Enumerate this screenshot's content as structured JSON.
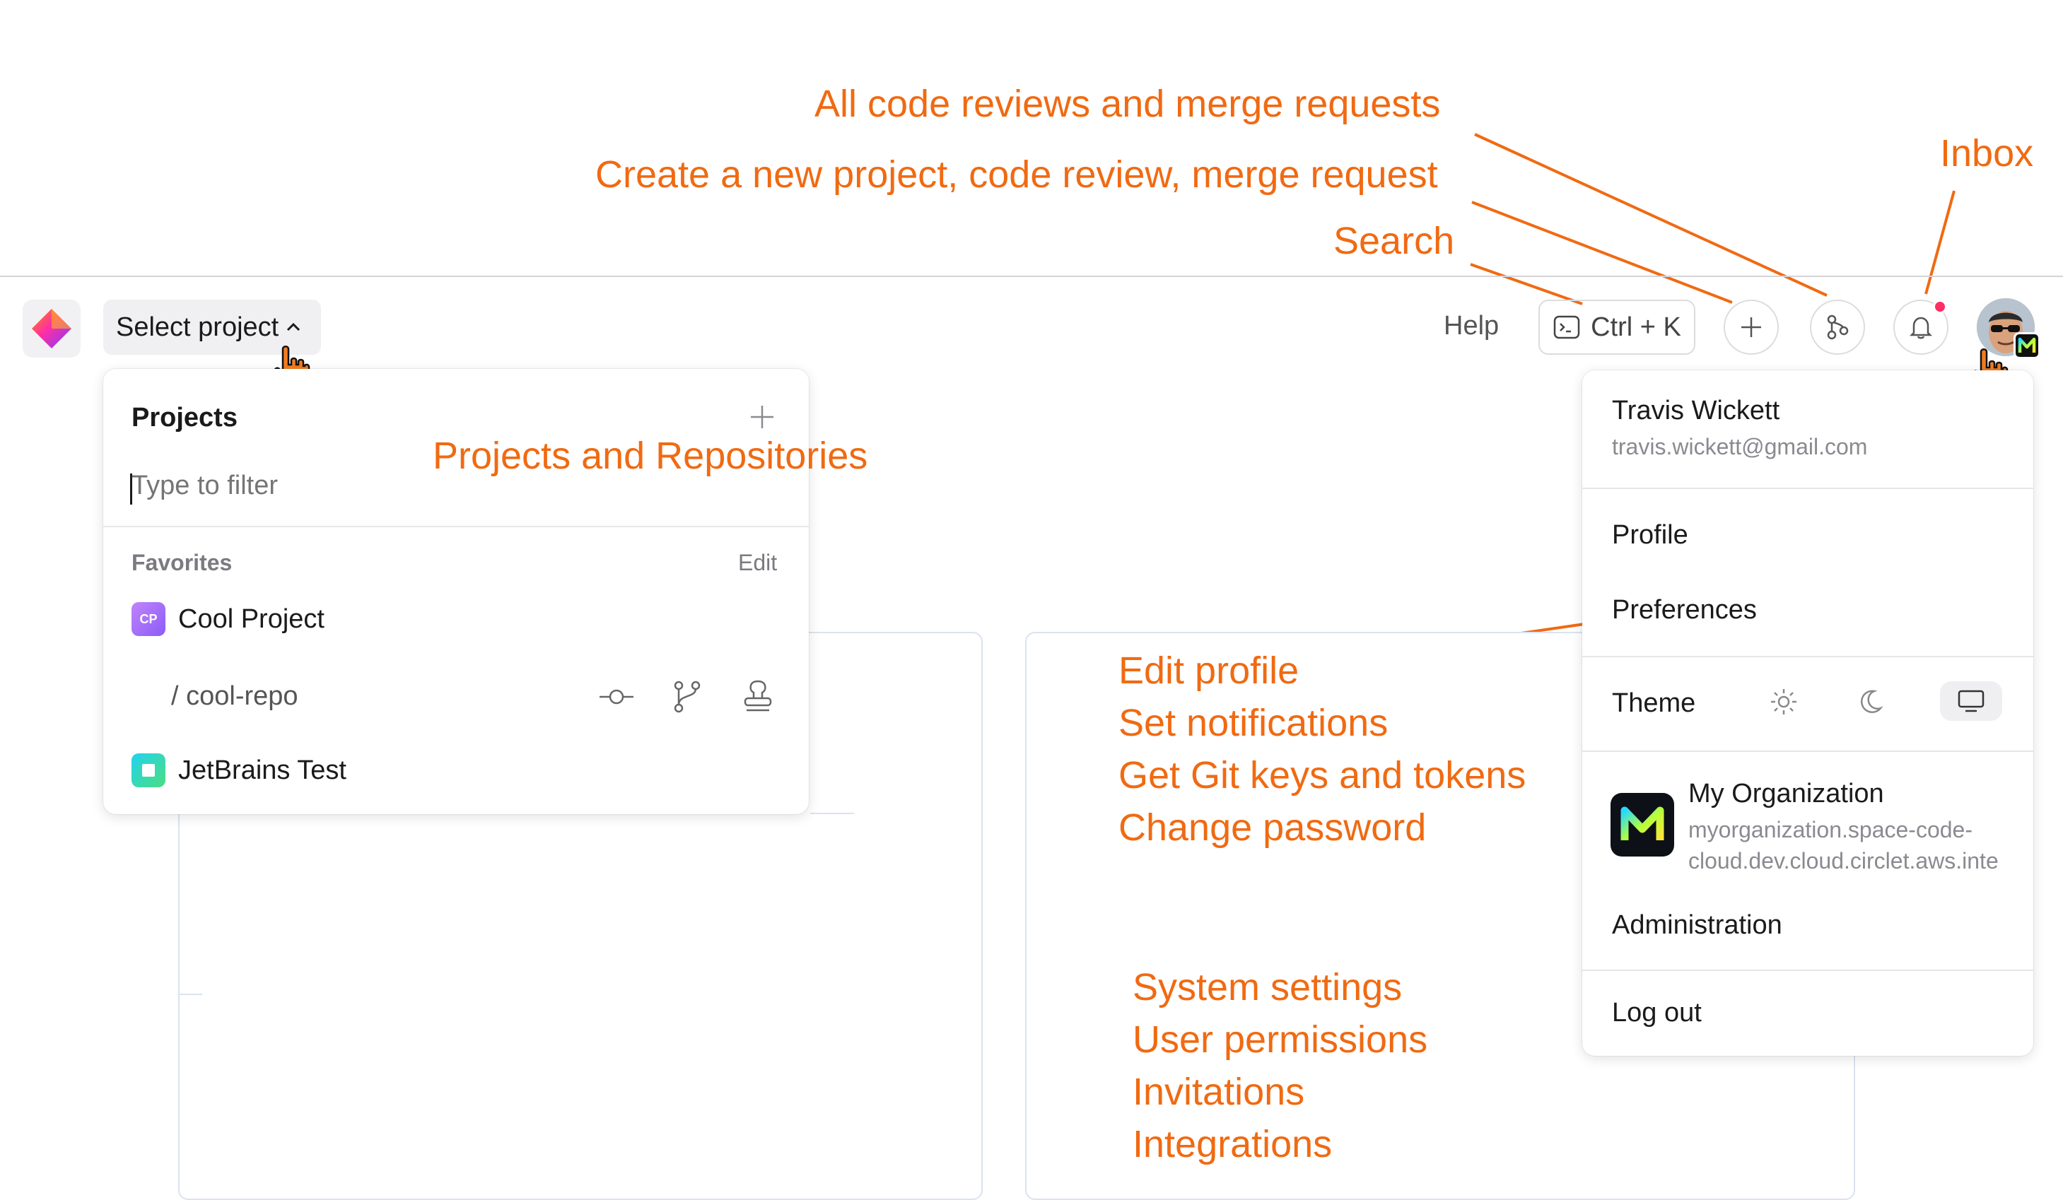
{
  "annotations": {
    "reviews": "All code reviews and merge requests",
    "create": "Create a new project, code review, merge request",
    "search": "Search",
    "inbox": "Inbox",
    "projects": "Projects and Repositories",
    "profile_lines": [
      "Edit profile",
      "Set notifications",
      "Get Git keys and tokens",
      "Change password"
    ],
    "admin_lines": [
      "System settings",
      "User permissions",
      "Invitations",
      "Integrations"
    ]
  },
  "header": {
    "select_project": "Select project",
    "help": "Help",
    "search_shortcut": "Ctrl + K"
  },
  "projects_popover": {
    "title": "Projects",
    "filter_placeholder": "Type to filter",
    "favorites_label": "Favorites",
    "edit_label": "Edit",
    "items": [
      {
        "icon_text": "CP",
        "name": "Cool Project"
      },
      {
        "name": "JetBrains Test"
      }
    ],
    "repo": "/ cool-repo"
  },
  "user_menu": {
    "name": "Travis Wickett",
    "email": "travis.wickett@gmail.com",
    "profile": "Profile",
    "preferences": "Preferences",
    "theme": "Theme",
    "org_name": "My Organization",
    "org_url_line1": "myorganization.space-code-",
    "org_url_line2": "cloud.dev.cloud.circlet.aws.inte",
    "administration": "Administration",
    "logout": "Log out"
  },
  "colors": {
    "annotation": "#f06a12",
    "notification_dot": "#ff2e63",
    "project_cp": "#a855f7"
  }
}
